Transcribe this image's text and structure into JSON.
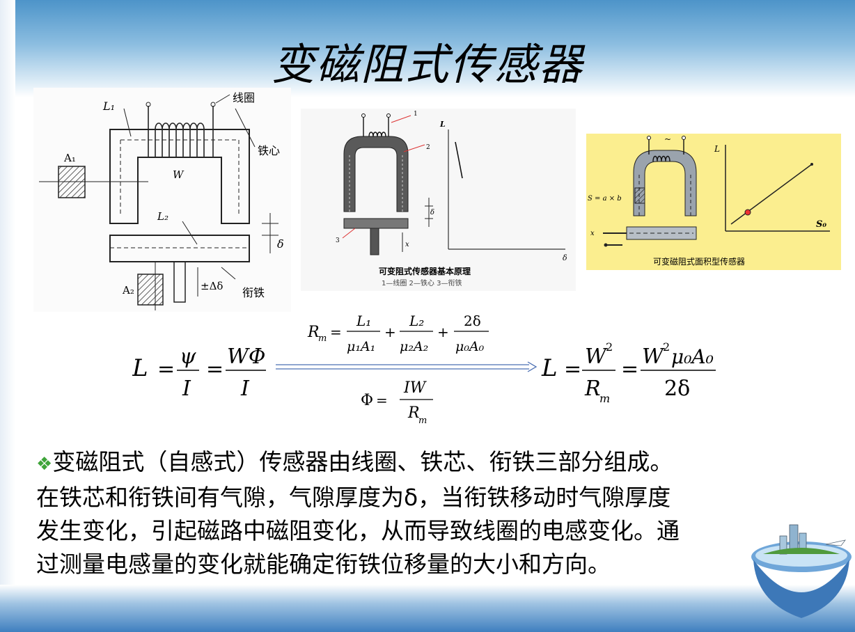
{
  "slide": {
    "title": "变磁阻式传感器",
    "figure1": {
      "label_L1": "L₁",
      "label_coil": "线圈",
      "label_core": "铁心",
      "label_A1": "A₁",
      "label_W": "W",
      "label_L2": "L₂",
      "label_delta": "δ",
      "label_A2": "A₂",
      "label_move": "±Δδ",
      "label_armature": "衔铁"
    },
    "figure2": {
      "caption": "可变阻式传感器基本原理",
      "subcaption": "1—线圈  2—铁心  3—衔铁",
      "n1": "1",
      "n2": "2",
      "n3": "3",
      "axis_L": "L",
      "axis_delta": "δ",
      "label_x": "x",
      "label_delta": "δ"
    },
    "figure3": {
      "caption": "可变磁阻式面积型传感器",
      "label_S": "S = a × b",
      "axis_L": "L",
      "axis_S": "S₀",
      "label_x": "x",
      "symbol_tilde": "~"
    },
    "equations": {
      "L_lhs": "L",
      "psi": "ψ",
      "I": "I",
      "WPhi": "WΦ",
      "Rm_lhs": "R",
      "Rm_sub": "m",
      "L1": "L₁",
      "mu1A1": "μ₁A₁",
      "L2": "L₂",
      "mu2A2": "μ₂A₂",
      "twodelta": "2δ",
      "mu0A0": "μ₀A₀",
      "Phi": "Φ",
      "IW": "IW",
      "Rm": "R",
      "W2": "W",
      "W2mu0A0": "W",
      "mu0A0_tail": "μ₀A₀",
      "twodelta2": "2δ"
    },
    "body": {
      "bullet": "❖",
      "line1": "变磁阻式（自感式）传感器由线圈、铁芯、衔铁三部分组成。",
      "line2": "在铁芯和衔铁间有气隙，气隙厚度为δ，当衔铁移动时气隙厚度",
      "line3": "发生变化，引起磁路中磁阻变化，从而导致线圈的电感变化。通",
      "line4": "过测量电感量的变化就能确定衔铁位移量的大小和方向。"
    }
  }
}
